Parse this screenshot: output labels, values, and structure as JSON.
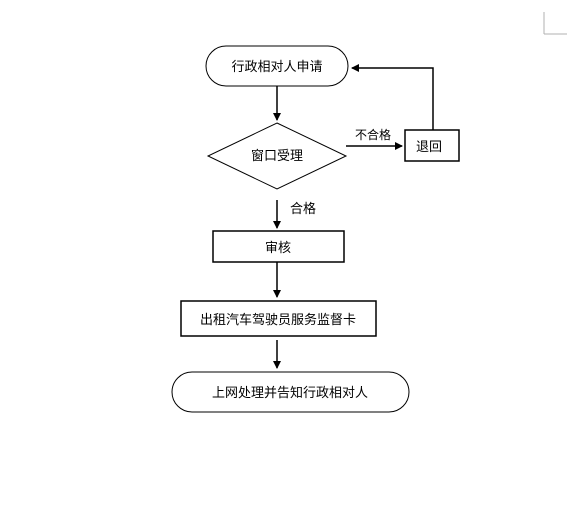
{
  "flowchart": {
    "start": "行政相对人申请",
    "decision": "窗口受理",
    "reject_label": "不合格",
    "reject_box": "退回",
    "pass_label": "合格",
    "review": "审核",
    "issue": "出租汽车驾驶员服务监督卡",
    "end": "上网处理并告知行政相对人"
  },
  "colors": {
    "line": "#000000",
    "background": "#ffffff",
    "page_corner": "#b0b0b0"
  }
}
